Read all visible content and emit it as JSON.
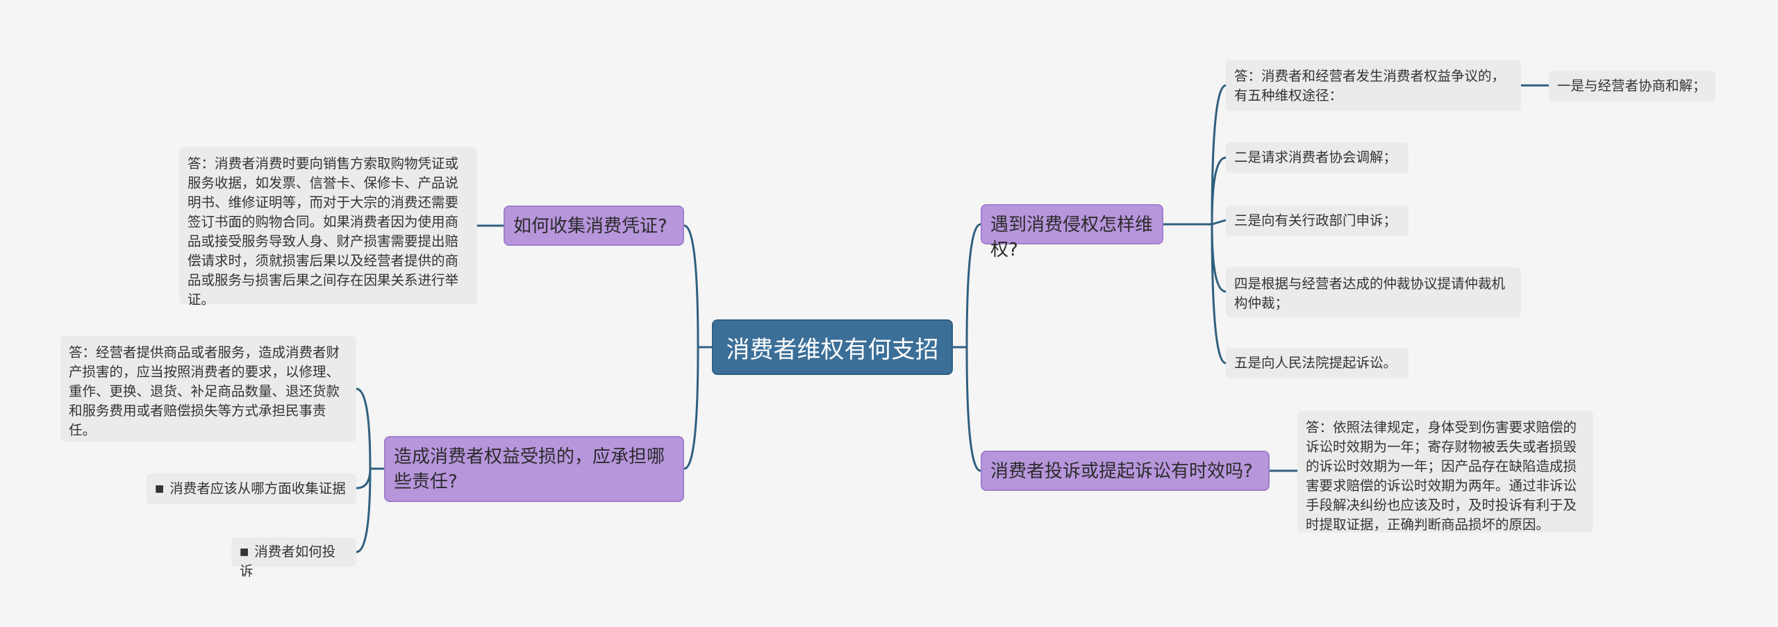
{
  "root": "消费者维权有何支招",
  "left": [
    {
      "topic": "如何收集消费凭证?",
      "children": [
        "答：消费者消费时要向销售方索取购物凭证或服务收据，如发票、信誉卡、保修卡、产品说明书、维修证明等，而对于大宗的消费还需要签订书面的购物合同。如果消费者因为使用商品或接受服务导致人身、财产损害需要提出赔偿请求时，须就损害后果以及经营者提供的商品或服务与损害后果之间存在因果关系进行举证。"
      ]
    },
    {
      "topic": "造成消费者权益受损的，应承担哪些责任?",
      "children": [
        "答：经营者提供商品或者服务，造成消费者财产损害的，应当按照消费者的要求，以修理、重作、更换、退货、补足商品数量、退还货款和服务费用或者赔偿损失等方式承担民事责任。",
        "消费者应该从哪方面收集证据",
        "消费者如何投诉"
      ]
    }
  ],
  "right": [
    {
      "topic": "遇到消费侵权怎样维权?",
      "children": [
        {
          "text": "答：消费者和经营者发生消费者权益争议的，有五种维权途径：",
          "child": "一是与经营者协商和解；"
        },
        {
          "text": "二是请求消费者协会调解；"
        },
        {
          "text": "三是向有关行政部门申诉；"
        },
        {
          "text": "四是根据与经营者达成的仲裁协议提请仲裁机构仲裁；"
        },
        {
          "text": "五是向人民法院提起诉讼。"
        }
      ]
    },
    {
      "topic": "消费者投诉或提起诉讼有时效吗?",
      "children": [
        "答：依照法律规定，身体受到伤害要求赔偿的诉讼时效期为一年；寄存财物被丢失或者损毁的诉讼时效期为一年；因产品存在缺陷造成损害要求赔偿的诉讼时效期为两年。通过非诉讼手段解决纠纷也应该及时，及时投诉有利于及时提取证据，正确判断商品损坏的原因。"
      ]
    }
  ]
}
